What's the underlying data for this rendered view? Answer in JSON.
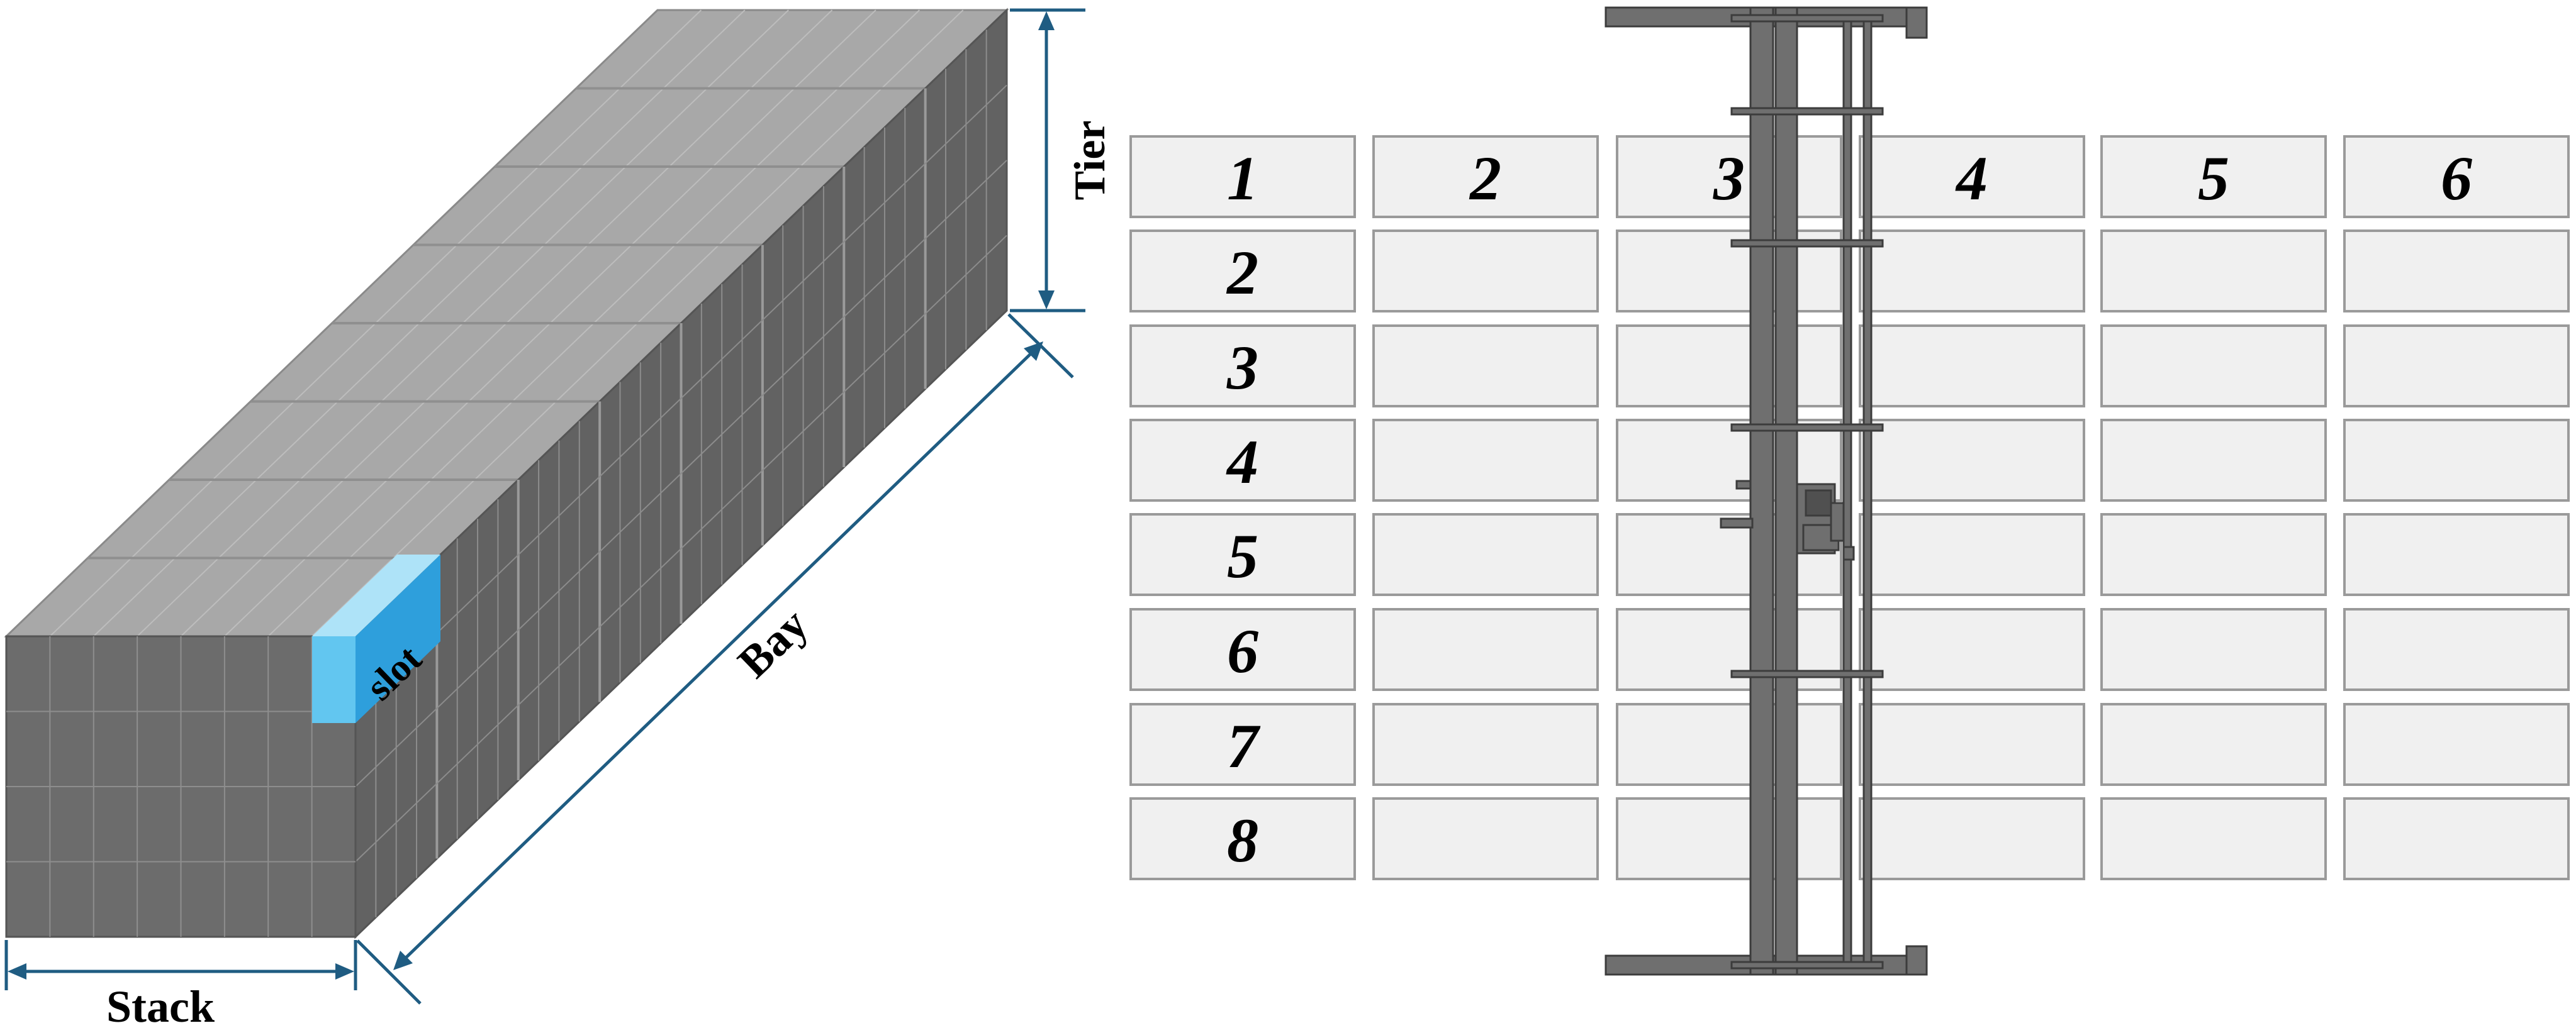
{
  "left_diagram": {
    "dimension_labels": {
      "tier": "Tier",
      "bay": "Bay",
      "stack": "Stack"
    },
    "highlight_label": "slot",
    "colors": {
      "top": "#a8a8a8",
      "front": "#6c6c6c",
      "side": "#606060",
      "grid_line": "#8e8e8e",
      "slot": "#62c6f0",
      "slot_top": "#aee3f8",
      "dimension": "#1f5c82"
    }
  },
  "right_diagram": {
    "column_numbers": [
      "1",
      "2",
      "3",
      "4",
      "5",
      "6"
    ],
    "row_numbers": [
      "2",
      "3",
      "4",
      "5",
      "6",
      "7",
      "8"
    ],
    "colors": {
      "cell_fill": "#f0f0f0",
      "cell_stroke": "#9a9a9a",
      "crane": "#6f6f6f",
      "crane_edge": "#3c3c3c"
    }
  }
}
